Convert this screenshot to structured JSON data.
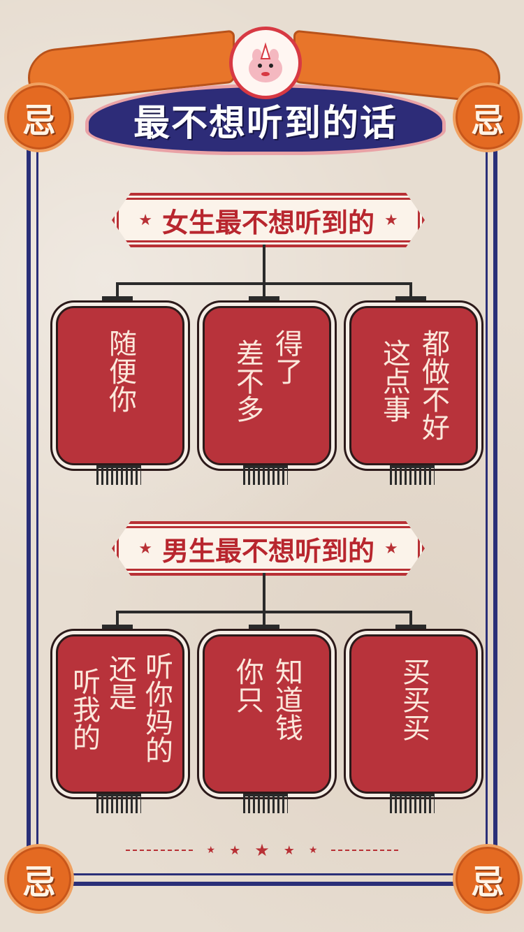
{
  "header": {
    "title": "最不想听到的话",
    "corner_char": "忌"
  },
  "sections": [
    {
      "title": "女生最不想听到的",
      "lanterns": [
        {
          "lines": [
            "随便你"
          ]
        },
        {
          "lines": [
            "得了",
            "差不多"
          ]
        },
        {
          "lines": [
            "都做不好",
            "这点事"
          ]
        }
      ]
    },
    {
      "title": "男生最不想听到的",
      "lanterns": [
        {
          "lines": [
            "听你妈的",
            "还是",
            "听我的"
          ]
        },
        {
          "lines": [
            "知道钱",
            "你只"
          ]
        },
        {
          "lines": [
            "买买买"
          ]
        }
      ]
    }
  ],
  "colors": {
    "frame_blue": "#2a2f78",
    "lantern_red": "#b8333b",
    "accent_orange": "#e46a22"
  },
  "icons": [
    "star-icon",
    "mascot-rhino-icon"
  ]
}
